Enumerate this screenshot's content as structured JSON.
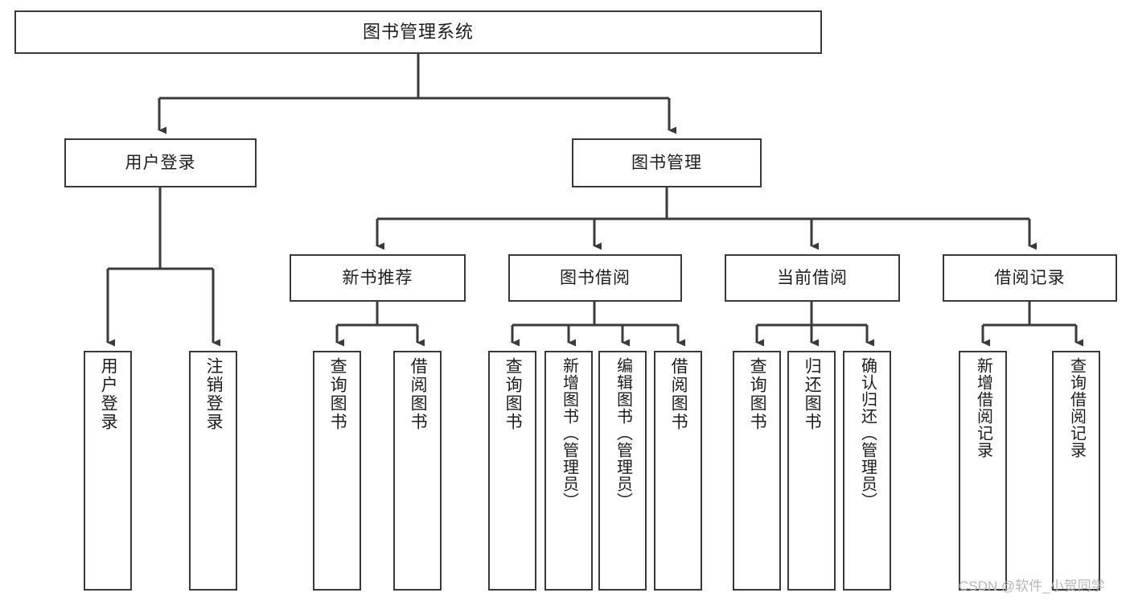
{
  "diagram": {
    "title": "图书管理系统",
    "type": "tree",
    "orientation": "top-down",
    "edge_style": "orthogonal-arrow",
    "colors": {
      "box_border": "#3a3a3a",
      "box_fill": "#ffffff",
      "line": "#3a3a3a",
      "text": "#1d1d1d",
      "watermark": "#b7b7b7",
      "background": "#ffffff"
    },
    "levels": [
      {
        "level": 1,
        "nodes": [
          {
            "id": "root",
            "label": "图书管理系统",
            "orientation": "horizontal"
          }
        ]
      },
      {
        "level": 2,
        "nodes": [
          {
            "id": "user-login",
            "label": "用户登录",
            "orientation": "horizontal",
            "parent": "root"
          },
          {
            "id": "book-manage",
            "label": "图书管理",
            "orientation": "horizontal",
            "parent": "root"
          }
        ]
      },
      {
        "level": 3,
        "nodes": [
          {
            "id": "new-book-rec",
            "label": "新书推荐",
            "orientation": "horizontal",
            "parent": "book-manage"
          },
          {
            "id": "book-borrow",
            "label": "图书借阅",
            "orientation": "horizontal",
            "parent": "book-manage"
          },
          {
            "id": "current-borrow",
            "label": "当前借阅",
            "orientation": "horizontal",
            "parent": "book-manage"
          },
          {
            "id": "borrow-record",
            "label": "借阅记录",
            "orientation": "horizontal",
            "parent": "book-manage"
          }
        ]
      },
      {
        "level": 4,
        "nodes": [
          {
            "id": "leaf-user-login",
            "label": "用户登录",
            "orientation": "vertical",
            "parent": "user-login"
          },
          {
            "id": "leaf-user-logout",
            "label": "注销登录",
            "orientation": "vertical",
            "parent": "user-login"
          },
          {
            "id": "leaf-rec-query",
            "label": "查询图书",
            "orientation": "vertical",
            "parent": "new-book-rec"
          },
          {
            "id": "leaf-rec-borrow",
            "label": "借阅图书",
            "orientation": "vertical",
            "parent": "new-book-rec"
          },
          {
            "id": "leaf-borrow-query",
            "label": "查询图书",
            "orientation": "vertical",
            "parent": "book-borrow"
          },
          {
            "id": "leaf-borrow-add",
            "label": "新增图书（管理员）",
            "orientation": "vertical",
            "parent": "book-borrow"
          },
          {
            "id": "leaf-borrow-edit",
            "label": "编辑图书（管理员）",
            "orientation": "vertical",
            "parent": "book-borrow"
          },
          {
            "id": "leaf-borrow-lend",
            "label": "借阅图书",
            "orientation": "vertical",
            "parent": "book-borrow"
          },
          {
            "id": "leaf-cur-query",
            "label": "查询图书",
            "orientation": "vertical",
            "parent": "current-borrow"
          },
          {
            "id": "leaf-cur-return",
            "label": "归还图书",
            "orientation": "vertical",
            "parent": "current-borrow"
          },
          {
            "id": "leaf-cur-confirm",
            "label": "确认归还（管理员）",
            "orientation": "vertical",
            "parent": "current-borrow"
          },
          {
            "id": "leaf-rec-add",
            "label": "新增借阅记录",
            "orientation": "vertical",
            "parent": "borrow-record"
          },
          {
            "id": "leaf-rec-query2",
            "label": "查询借阅记录",
            "orientation": "vertical",
            "parent": "borrow-record"
          }
        ]
      }
    ]
  },
  "watermark": {
    "text": "CSDN @软件_小贺同学"
  }
}
